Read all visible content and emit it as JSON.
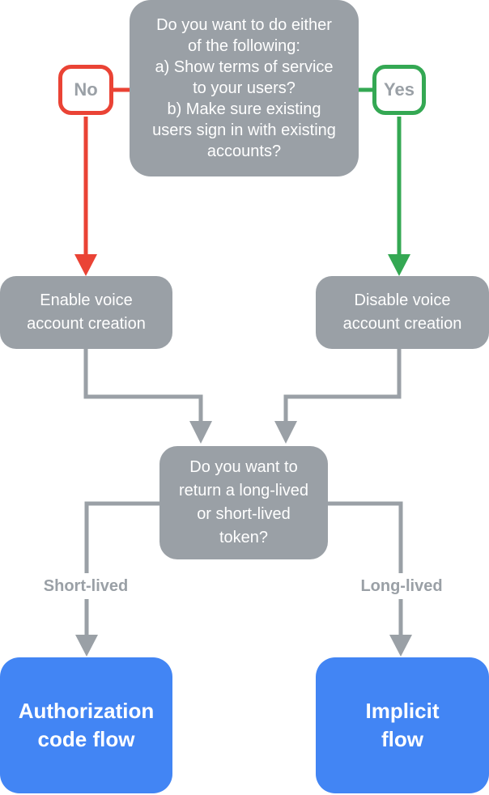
{
  "palette": {
    "gray": "#9AA0A6",
    "red": "#EA4335",
    "green": "#34A853",
    "blue": "#4285F4",
    "white": "#FFFFFF"
  },
  "nodes": {
    "root_question": {
      "lines": [
        "Do you want to do either",
        "of the following:",
        "a) Show terms of service",
        "to your users?",
        "b) Make sure existing",
        "users sign in with existing",
        "accounts?"
      ]
    },
    "no_badge": {
      "label": "No"
    },
    "yes_badge": {
      "label": "Yes"
    },
    "enable_box": {
      "lines": [
        "Enable voice",
        "account creation"
      ]
    },
    "disable_box": {
      "lines": [
        "Disable voice",
        "account creation"
      ]
    },
    "token_question": {
      "lines": [
        "Do you want to",
        "return a long-lived",
        "or short-lived",
        "token?"
      ]
    },
    "short_lived_label": {
      "label": "Short-lived"
    },
    "long_lived_label": {
      "label": "Long-lived"
    },
    "auth_code_flow": {
      "lines": [
        "Authorization",
        "code flow"
      ]
    },
    "implicit_flow": {
      "lines": [
        "Implicit",
        "flow"
      ]
    }
  }
}
